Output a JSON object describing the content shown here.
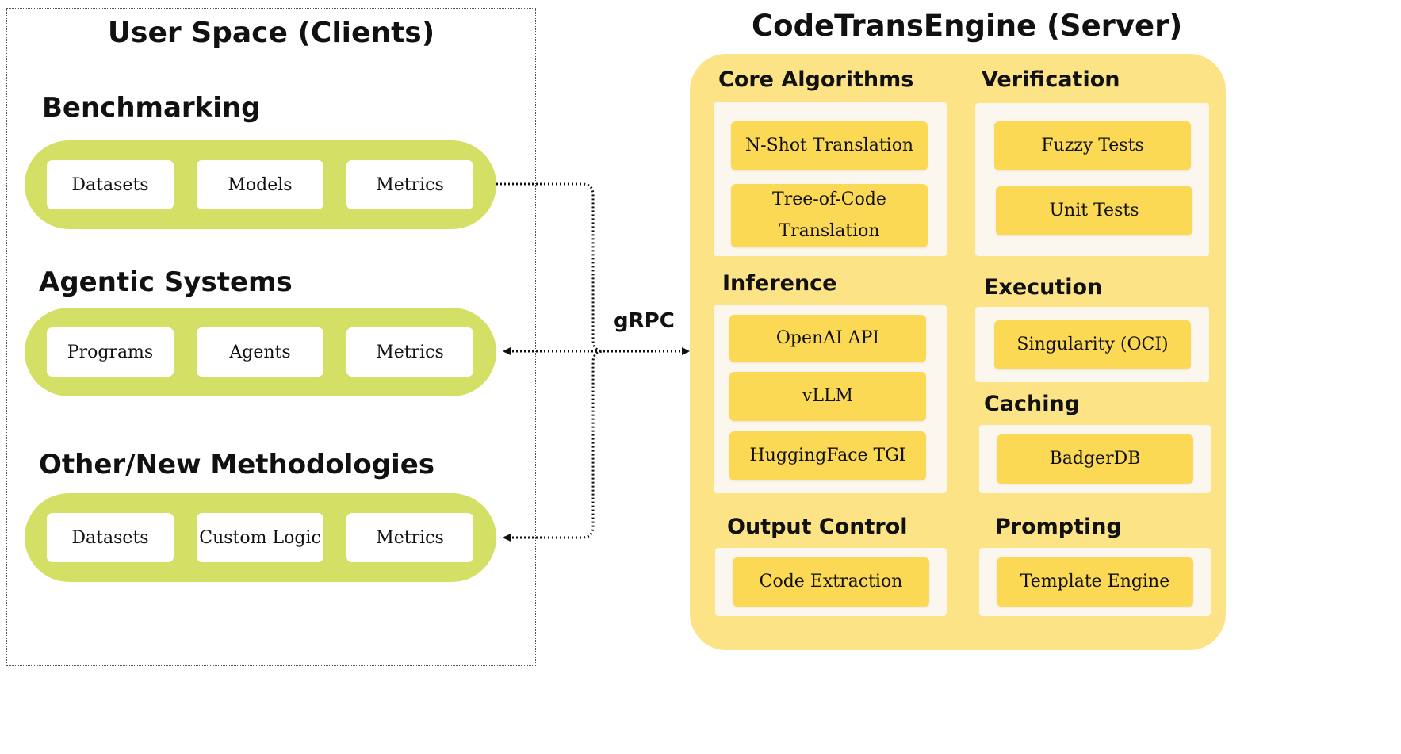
{
  "client": {
    "title": "User Space (Clients)",
    "groups": [
      {
        "title": "Benchmarking",
        "items": [
          "Datasets",
          "Models",
          "Metrics"
        ]
      },
      {
        "title": "Agentic Systems",
        "items": [
          "Programs",
          "Agents",
          "Metrics"
        ]
      },
      {
        "title": "Other/New Methodologies",
        "items": [
          "Datasets",
          "Custom Logic",
          "Metrics"
        ]
      }
    ]
  },
  "connector": {
    "label": "gRPC"
  },
  "server": {
    "title": "CodeTransEngine (Server)",
    "sections": {
      "core_algorithms": {
        "title": "Core Algorithms",
        "items": [
          "N-Shot Translation",
          "Tree-of-Code Translation"
        ]
      },
      "verification": {
        "title": "Verification",
        "items": [
          "Fuzzy Tests",
          "Unit Tests"
        ]
      },
      "inference": {
        "title": "Inference",
        "items": [
          "OpenAI API",
          "vLLM",
          "HuggingFace TGI"
        ]
      },
      "execution": {
        "title": "Execution",
        "items": [
          "Singularity (OCI)"
        ]
      },
      "caching": {
        "title": "Caching",
        "items": [
          "BadgerDB"
        ]
      },
      "output_control": {
        "title": "Output Control",
        "items": [
          "Code Extraction"
        ]
      },
      "prompting": {
        "title": "Prompting",
        "items": [
          "Template Engine"
        ]
      }
    }
  }
}
